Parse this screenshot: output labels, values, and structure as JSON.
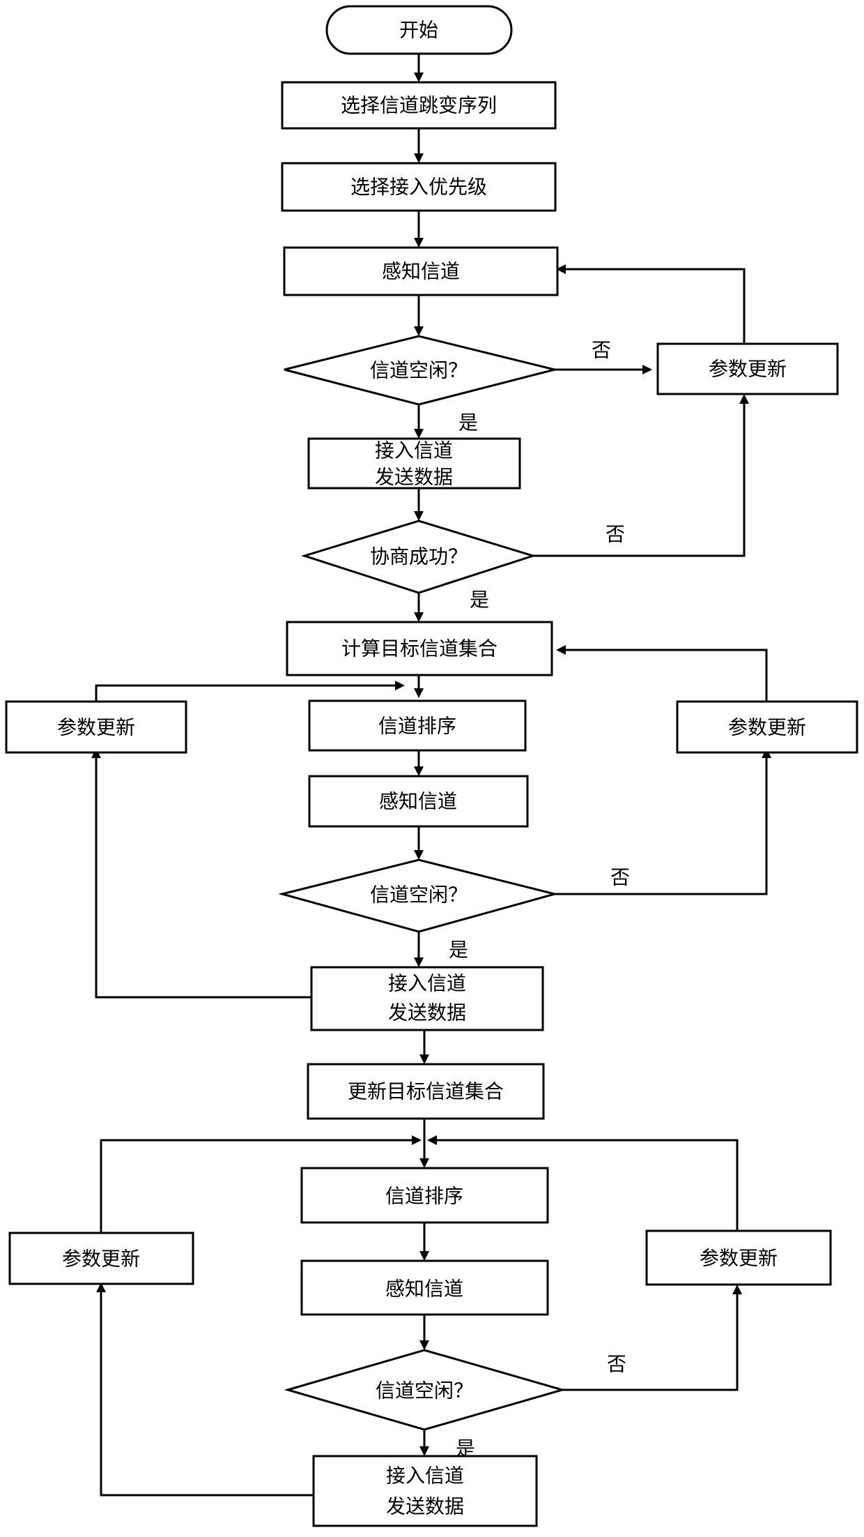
{
  "nodes": {
    "start": "开始",
    "select_hop_sequence": "选择信道跳变序列",
    "select_access_priority": "选择接入优先级",
    "sense_channel_1": "感知信道",
    "channel_idle_1": "信道空闲？",
    "param_update_1": "参数更新",
    "access_send_1": [
      "接入信道",
      "发送数据"
    ],
    "negotiation_success": "协商成功？",
    "compute_target_set": "计算目标信道集合",
    "param_update_left_2": "参数更新",
    "channel_sort_2": "信道排序",
    "param_update_right_2": "参数更新",
    "sense_channel_2": "感知信道",
    "channel_idle_2": "信道空闲？",
    "access_send_2": [
      "接入信道",
      "发送数据"
    ],
    "update_target_set": "更新目标信道集合",
    "channel_sort_3": "信道排序",
    "param_update_left_3": "参数更新",
    "param_update_right_3": "参数更新",
    "sense_channel_3": "感知信道",
    "channel_idle_3": "信道空闲？",
    "access_send_3": [
      "接入信道",
      "发送数据"
    ]
  },
  "edge_labels": {
    "no_1": "否",
    "yes_1": "是",
    "no_2": "否",
    "yes_2": "是",
    "no_3": "否",
    "yes_3": "是",
    "no_4": "否",
    "yes_4": "是"
  },
  "colors": {
    "stroke": "#000000",
    "fill": "#ffffff",
    "text": "#000000"
  }
}
